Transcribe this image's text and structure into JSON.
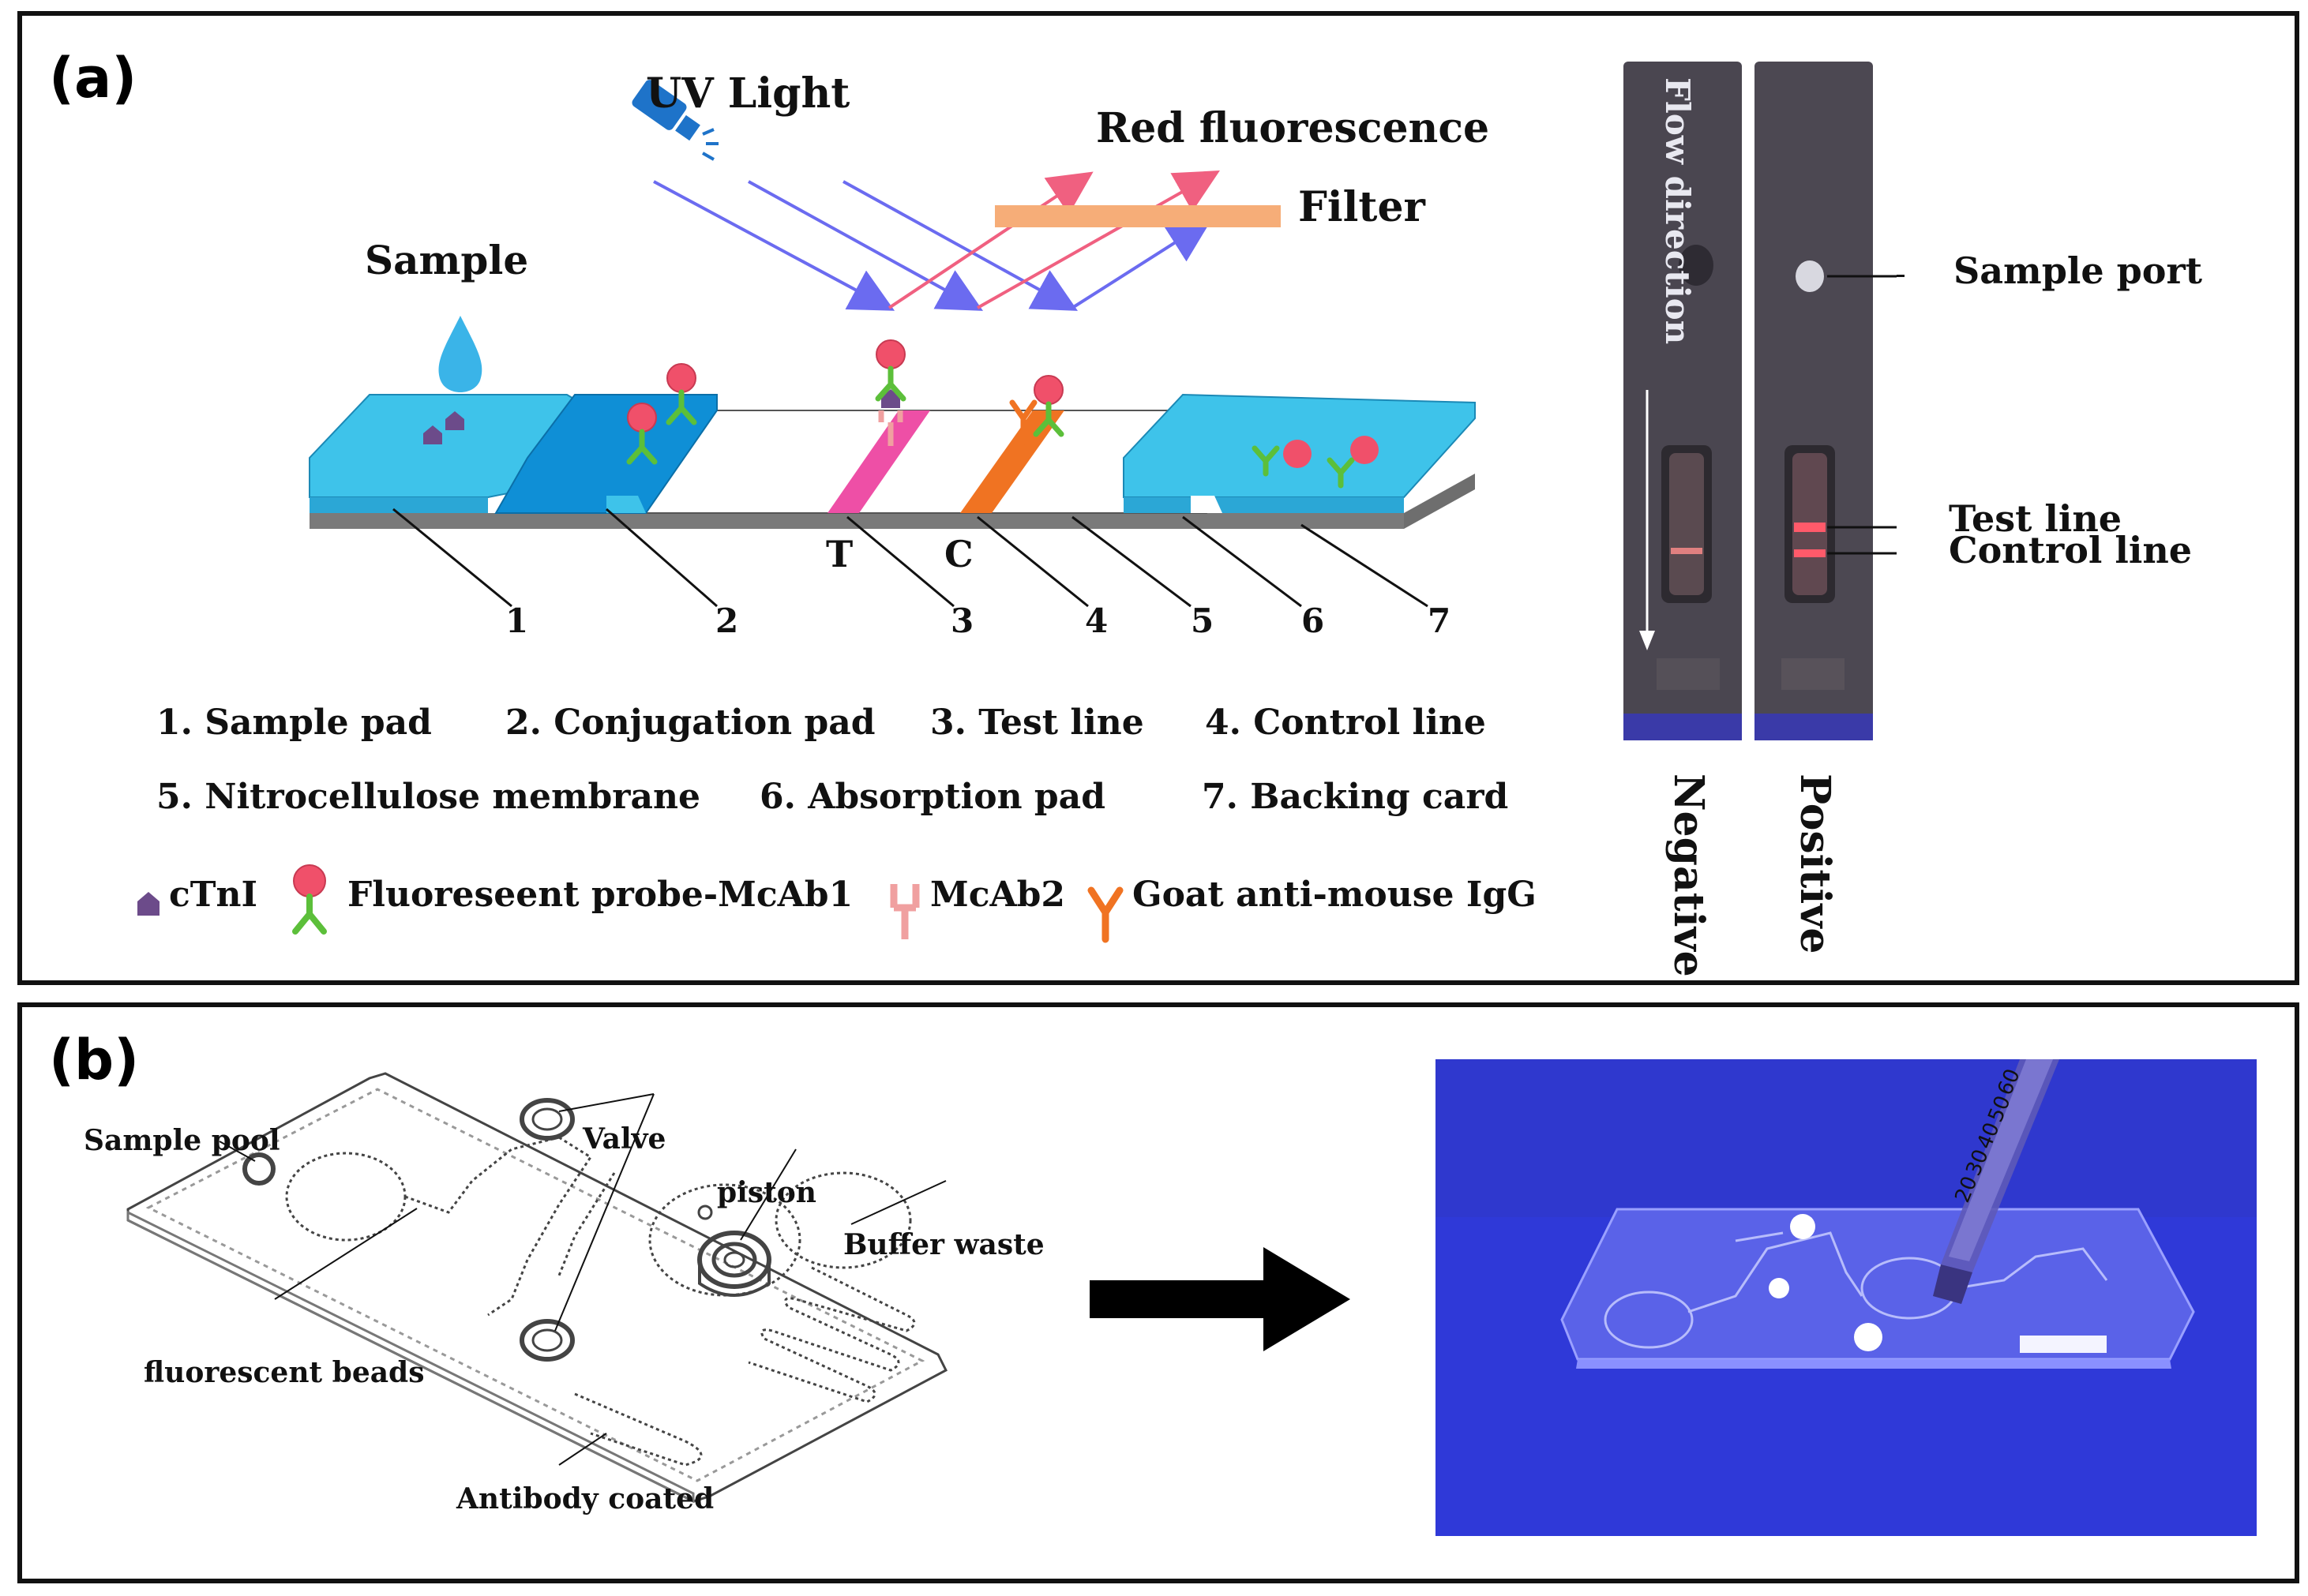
{
  "panel_a": {
    "label": "(a)",
    "uv_light": "UV Light",
    "red_fluorescence": "Red fluorescence",
    "filter": "Filter",
    "sample": "Sample",
    "letter_t": "T",
    "letter_c": "C",
    "numbers": [
      "1",
      "2",
      "3",
      "4",
      "5",
      "6",
      "7"
    ],
    "legend_parts": [
      "1. Sample pad",
      "2. Conjugation pad",
      "3. Test line",
      "4.  Control line",
      "5. Nitrocellulose membrane",
      "6. Absorption pad",
      "7. Backing card"
    ],
    "legend_symbols": {
      "ctni": "cTnI",
      "probe": "Fluoreseent probe-McAb1",
      "mcab2": "McAb2",
      "goat": "Goat anti-mouse IgG"
    },
    "photo": {
      "flow_direction": "Flow direction",
      "sample_port": "Sample port",
      "test_line": "Test line",
      "control_line": "Control line",
      "negative": "Negative",
      "positive": "Positive"
    }
  },
  "panel_b": {
    "label": "(b)",
    "sample_pool": "Sample pool",
    "valve": "Valve",
    "piston": "piston",
    "buffer_waste": "Buffer waste",
    "fluorescent_beads": "fluorescent beads",
    "antibody_coated": "Antibody coated",
    "syringe_marks": [
      "60",
      "50",
      "40",
      "30",
      "20"
    ]
  },
  "colors": {
    "pad_blue": "#3ec3ea",
    "pad_dark_blue": "#0f8fd6",
    "backing_gray": "#7a7a7a",
    "test_pink": "#ee4fa6",
    "control_orange": "#f07322",
    "ray_blue": "#6b6bf0",
    "ray_red": "#f06080",
    "filter_orange": "#f6ad78",
    "probe_red": "#f0506a",
    "antibody_green": "#5cbf3a",
    "ctni_purple": "#6c4b8a",
    "photo_blue": "#2f39d8"
  }
}
